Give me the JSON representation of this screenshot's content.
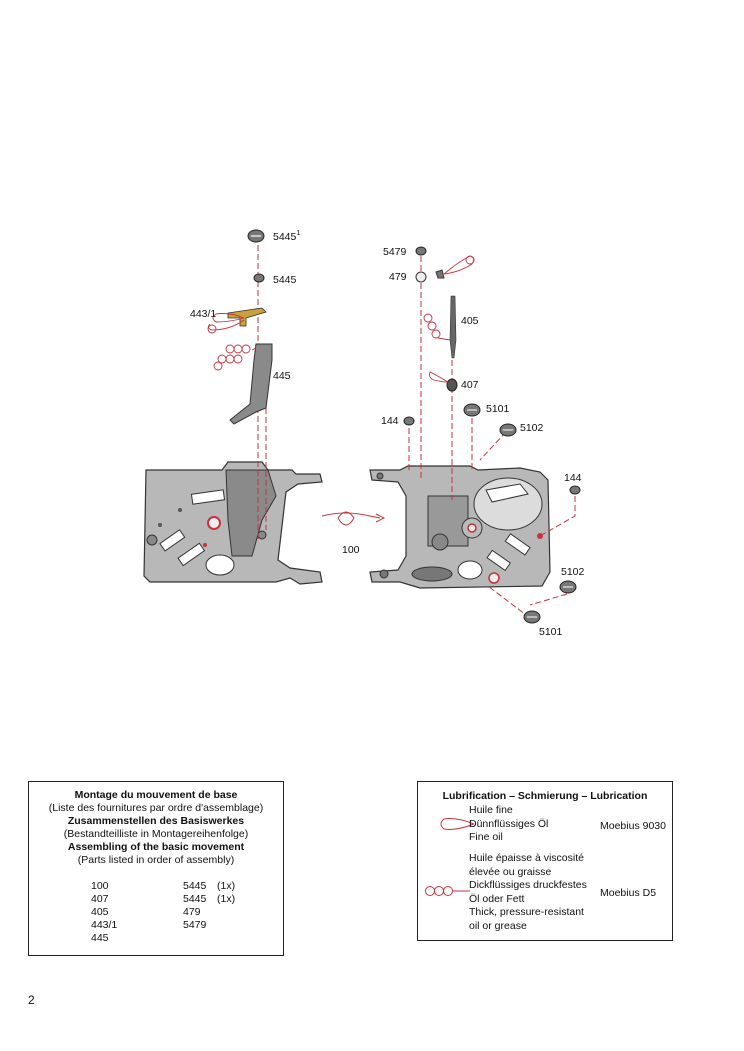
{
  "diagram": {
    "left_labels": {
      "p1": "5445",
      "p1_sup": "1",
      "p2": "5445",
      "p3": "443/1",
      "p4": "445"
    },
    "center_label": "100",
    "right_labels": {
      "p1": "5479",
      "p2": "479",
      "p3": "405",
      "p4": "407",
      "p5": "5101",
      "p6": "144",
      "p7": "5102",
      "p8": "144",
      "p9": "5102",
      "p10": "5101"
    },
    "colors": {
      "lube_red": "#c8323c",
      "plate_gray": "#b8b8b8",
      "plate_dark": "#555555"
    }
  },
  "assembly": {
    "title_fr": "Montage du mouvement de base",
    "sub_fr": "(Liste des fournitures par ordre d'assemblage)",
    "title_de": "Zusammenstellen des Basiswerkes",
    "sub_de": "(Bestandteilliste in Montagereihenfolge)",
    "title_en": "Assembling of the basic movement",
    "sub_en": "(Parts listed in order of assembly)",
    "parts": [
      {
        "a": "100",
        "b": "5445",
        "c": "(1x)"
      },
      {
        "a": "407",
        "b": "5445",
        "c": "(1x)"
      },
      {
        "a": "405",
        "b": "479",
        "c": ""
      },
      {
        "a": "443/1",
        "b": "5479",
        "c": ""
      },
      {
        "a": "445",
        "b": "",
        "c": ""
      }
    ]
  },
  "lubrication": {
    "title": "Lubrification – Schmierung – Lubrication",
    "fine_lines": [
      "Huile fine",
      "Dünnflüssiges Öl",
      "Fine oil"
    ],
    "fine_product": "Moebius 9030",
    "thick_lines": [
      "Huile épaisse à viscosité",
      "élevée ou graisse",
      "Dickflüssiges druckfestes",
      "Öl oder Fett",
      "Thick, pressure-resistant",
      "oil or grease"
    ],
    "thick_product": "Moebius D5"
  },
  "page_number": "2"
}
